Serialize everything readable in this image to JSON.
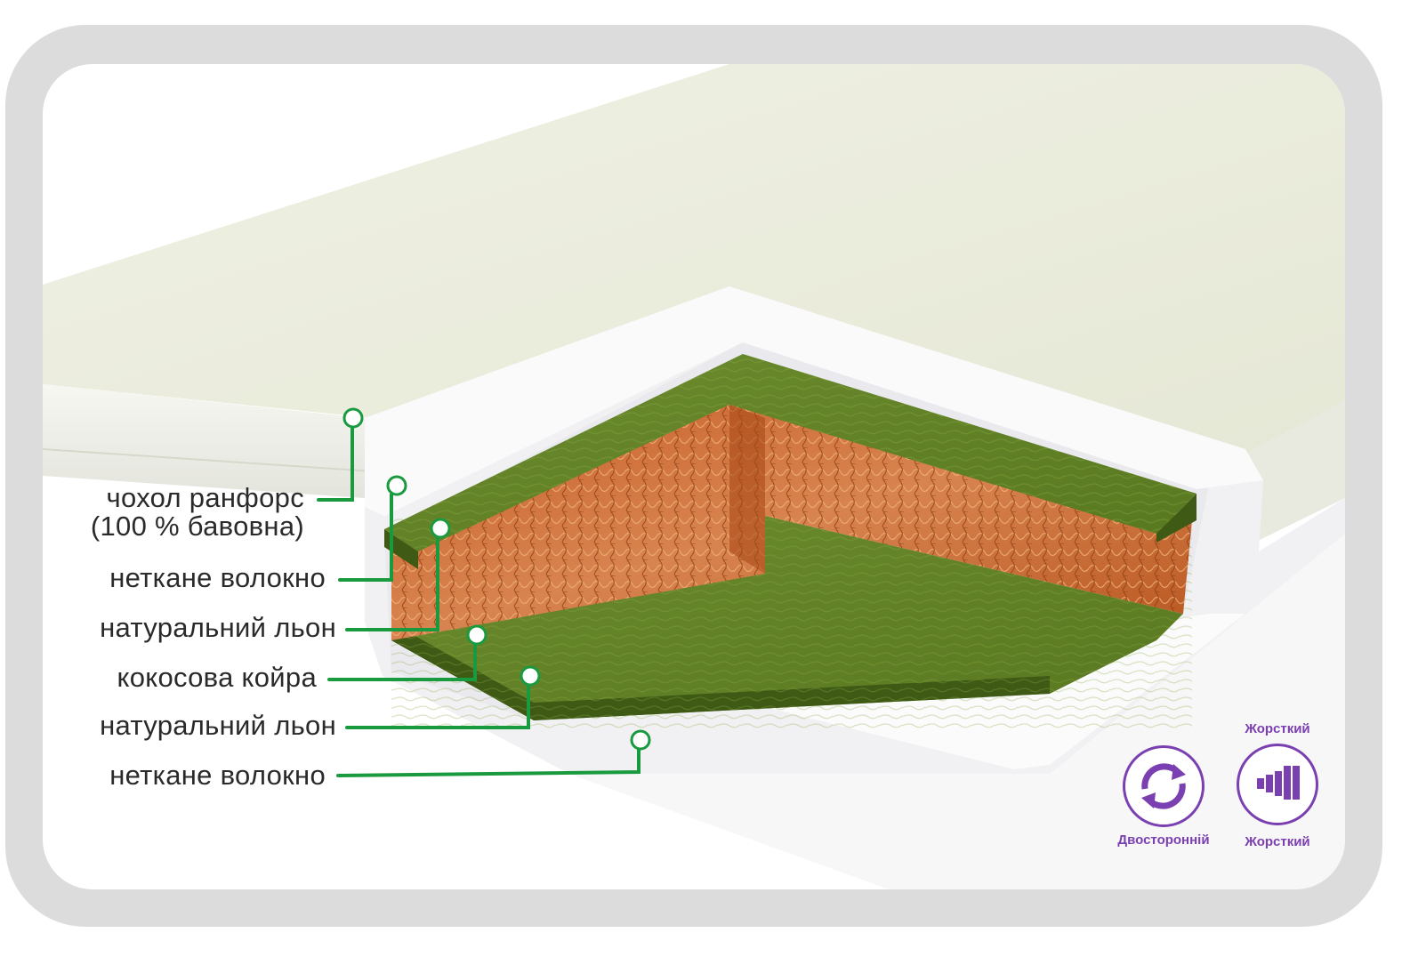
{
  "labels": [
    {
      "line1": "чохол ранфорс",
      "line2": "(100 % бавовна)"
    },
    {
      "text": "неткане волокно"
    },
    {
      "text": "натуральний льон"
    },
    {
      "text": "кокосова койра"
    },
    {
      "text": "натуральний льон"
    },
    {
      "text": "неткане волокно"
    }
  ],
  "badges": {
    "reversible": {
      "icon": "rotate-arrows-icon",
      "caption": "Двосторонній"
    },
    "firmness": {
      "icon": "firmness-bars-icon",
      "top_caption": "Жорсткий",
      "caption": "Жорсткий"
    }
  },
  "colors": {
    "frame": "#dcdcdc",
    "cover": "#eeefe2",
    "linen": "#5c7a25",
    "coir": "#c5642c",
    "leader": "#1a9a3e",
    "badge": "#7a3fb0"
  }
}
